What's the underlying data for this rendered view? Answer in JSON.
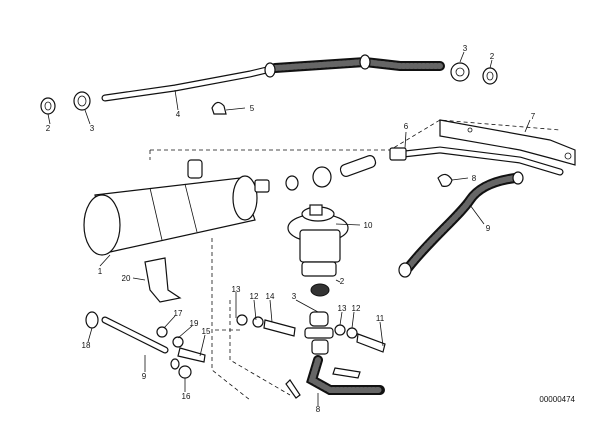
{
  "diagram": {
    "doc_number": "00000474",
    "callouts": {
      "c1": "1",
      "c2a": "2",
      "c2b": "2",
      "c2c": "2",
      "c3a": "3",
      "c3b": "3",
      "c3c": "3",
      "c4": "4",
      "c5": "5",
      "c6": "6",
      "c7": "7",
      "c8a": "8",
      "c8b": "8",
      "c9": "9",
      "c9b": "9",
      "c10": "10",
      "c11": "11",
      "c12a": "12",
      "c12b": "12",
      "c13a": "13",
      "c13b": "13",
      "c14": "14",
      "c15": "15",
      "c16": "16",
      "c17": "17",
      "c18": "18",
      "c19": "19",
      "c20": "20"
    }
  }
}
